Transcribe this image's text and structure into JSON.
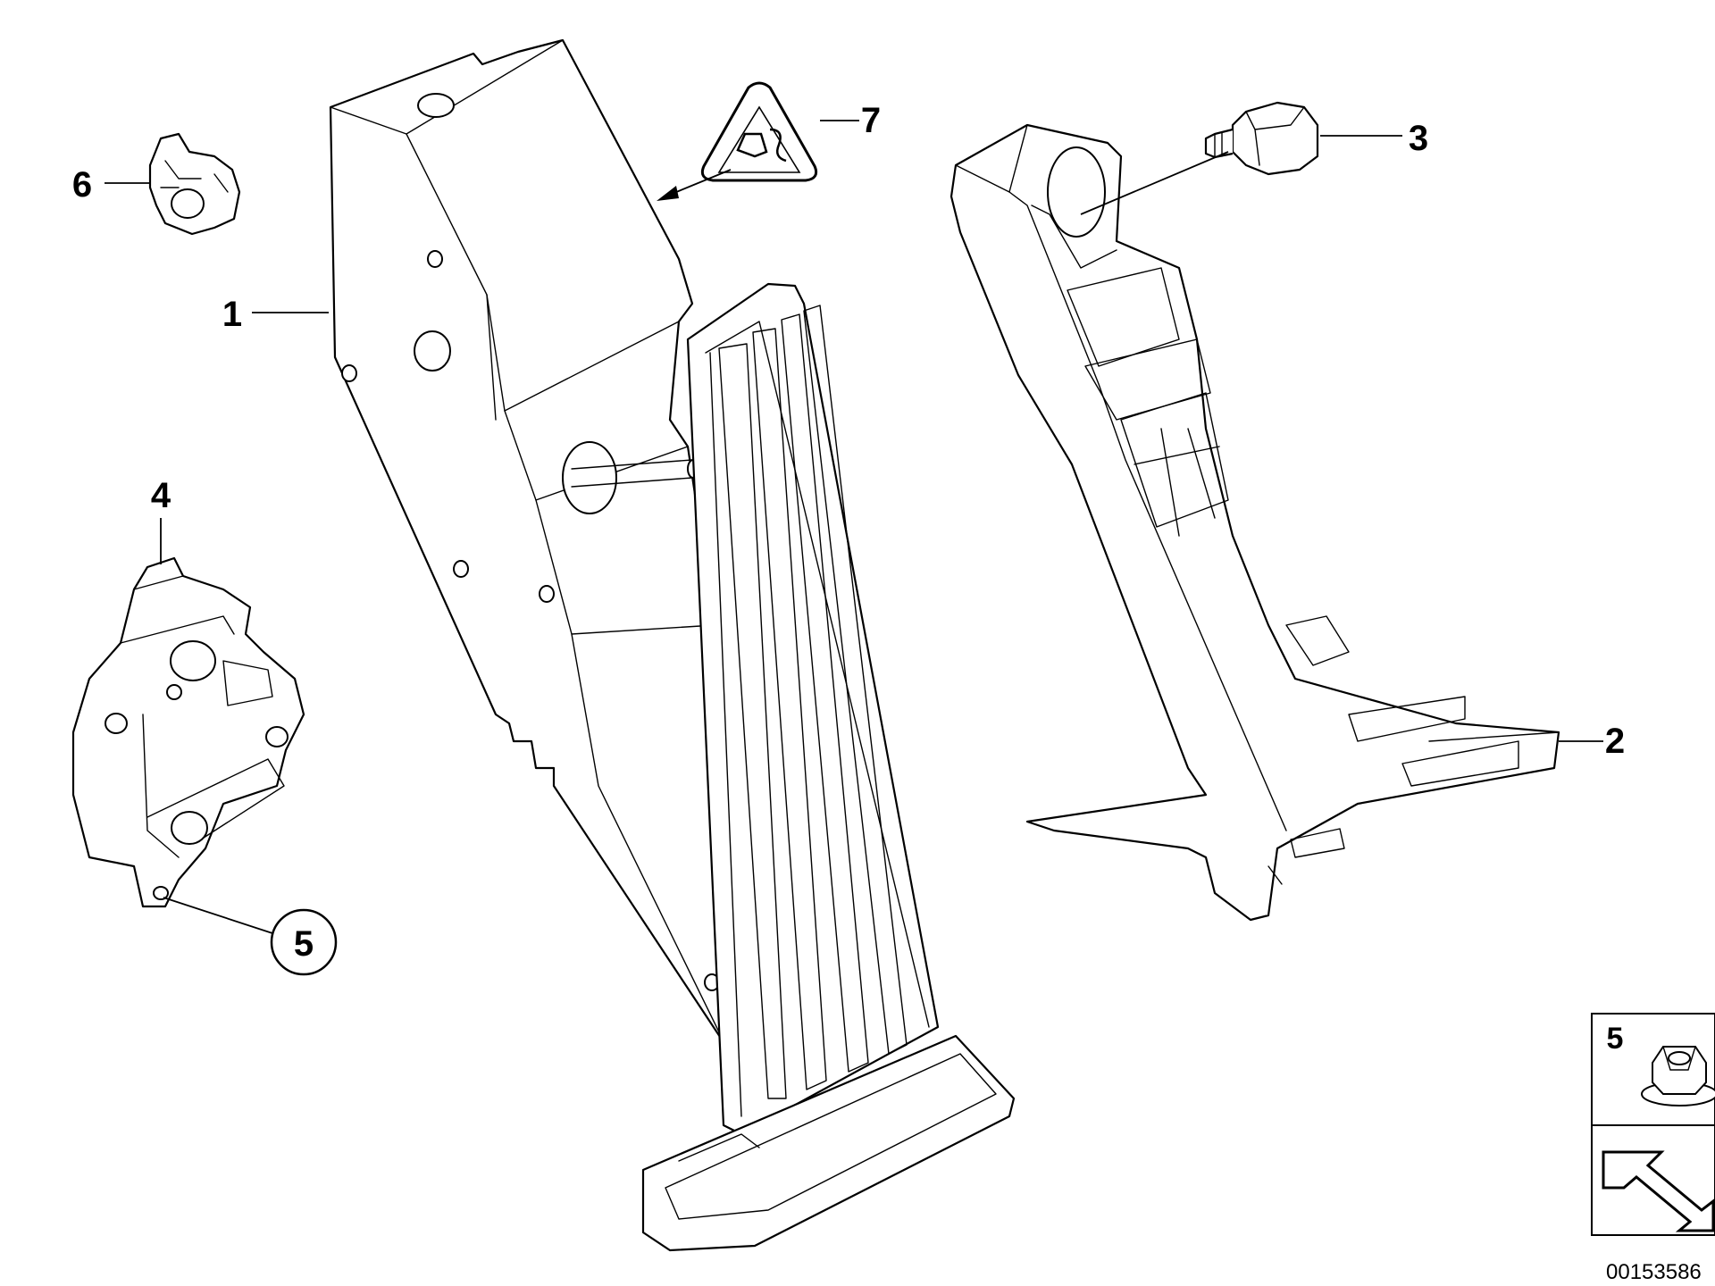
{
  "callouts": {
    "c1": "1",
    "c2": "2",
    "c3": "3",
    "c4": "4",
    "c5": "5",
    "c6": "6",
    "c7": "7"
  },
  "legend": {
    "item_number": "5"
  },
  "diagram_number": "00153586",
  "icons": {
    "warning": "warning-triangle-icon",
    "nut": "hex-flange-nut-icon",
    "arrow": "direction-arrow-icon"
  }
}
